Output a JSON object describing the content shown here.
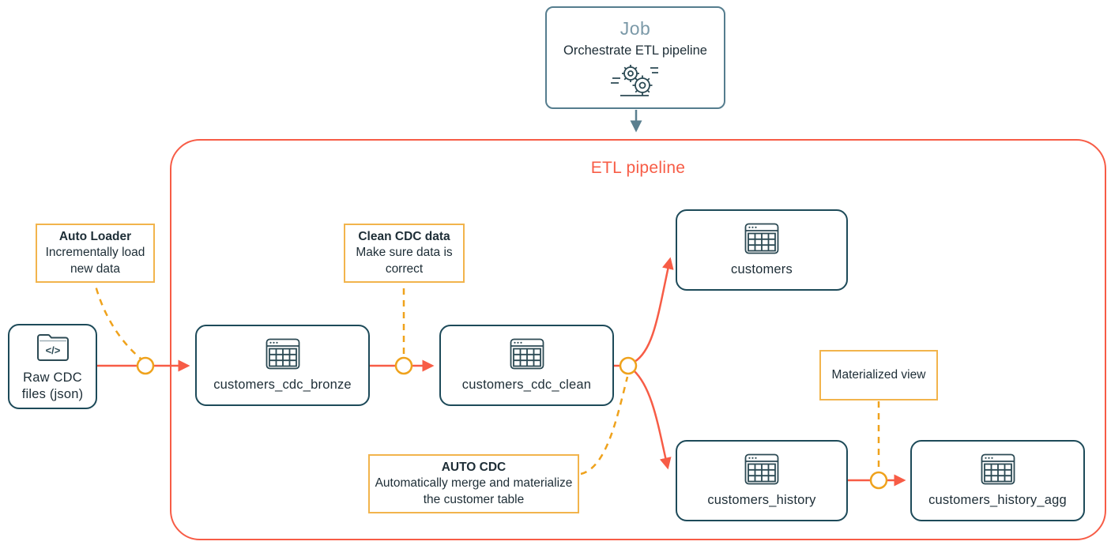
{
  "job_box": {
    "title": "Job",
    "subtitle": "Orchestrate ETL pipeline",
    "icon": "gears-automation-icon"
  },
  "pipeline": {
    "title": "ETL pipeline"
  },
  "nodes": {
    "raw_cdc": {
      "label": "Raw CDC files (json)",
      "icon": "code-folder-icon"
    },
    "customers_cdc_bronze": {
      "label": "customers_cdc_bronze",
      "icon": "table-icon"
    },
    "customers_cdc_clean": {
      "label": "customers_cdc_clean",
      "icon": "table-icon"
    },
    "customers": {
      "label": "customers",
      "icon": "table-icon"
    },
    "customers_history": {
      "label": "customers_history",
      "icon": "table-icon"
    },
    "customers_history_agg": {
      "label": "customers_history_agg",
      "icon": "table-icon"
    }
  },
  "annotations": {
    "auto_loader": {
      "title": "Auto Loader",
      "body": "Incrementally load new data"
    },
    "clean_cdc": {
      "title": "Clean CDC data",
      "body": "Make sure data is correct"
    },
    "auto_cdc": {
      "title": "AUTO CDC",
      "body": "Automatically merge and materialize the customer table"
    },
    "materialized_view": {
      "body": "Materialized view"
    }
  },
  "colors": {
    "coral": "#f75c46",
    "node_border": "#1d4a59",
    "job_border": "#557d8e",
    "job_title": "#7b99a8",
    "annot_border": "#f2b44c",
    "amber": "#efa21c",
    "slate_arrow": "#5a7f8f",
    "icon": "#2c4a54",
    "text": "#1d2d36"
  }
}
